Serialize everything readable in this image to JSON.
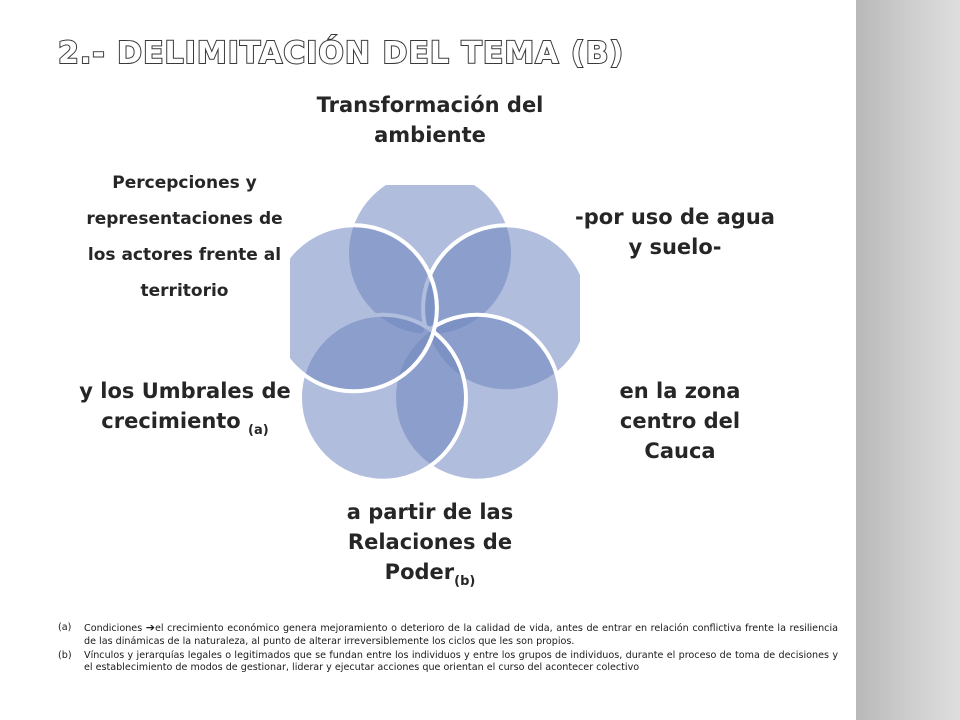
{
  "slide": {
    "title": "2.- Delimitación del tema (b)",
    "accent_color": "#6f86c0",
    "sidebar_color": "#c8c8c8"
  },
  "diagram": {
    "labels": {
      "top": "Transformación del ambiente",
      "right_upper": "-por uso de agua y suelo-",
      "right_lower": "en la zona centro del Cauca",
      "bottom_text": "a partir de las Relaciones de Poder",
      "bottom_sub": "(b)",
      "left_lower_text": "y los Umbrales de crecimiento",
      "left_lower_sub": "(a)",
      "left_upper": "Percepciones y representaciones de los actores frente al territorio"
    }
  },
  "notes": [
    {
      "mark": "(a)",
      "pre": "Condiciones ",
      "arrow": "➔",
      "text": "el crecimiento  económico genera mejoramiento o deterioro  de la calidad de vida, antes de entrar en relación conflictiva  frente la resiliencia  de las dinámicas de la naturaleza,  al punto de alterar irreversiblemente  los ciclos que les son propios."
    },
    {
      "mark": "(b)",
      "pre": "",
      "arrow": "",
      "text": "Vínculos y jerarquías legales o legitimados  que se fundan entre los individuos  y entre los grupos de individuos,  durante el proceso de toma de decisiones  y el establecimiento  de modos de gestionar,  liderar y ejecutar acciones que orientan el curso del acontecer colectivo"
    }
  ]
}
